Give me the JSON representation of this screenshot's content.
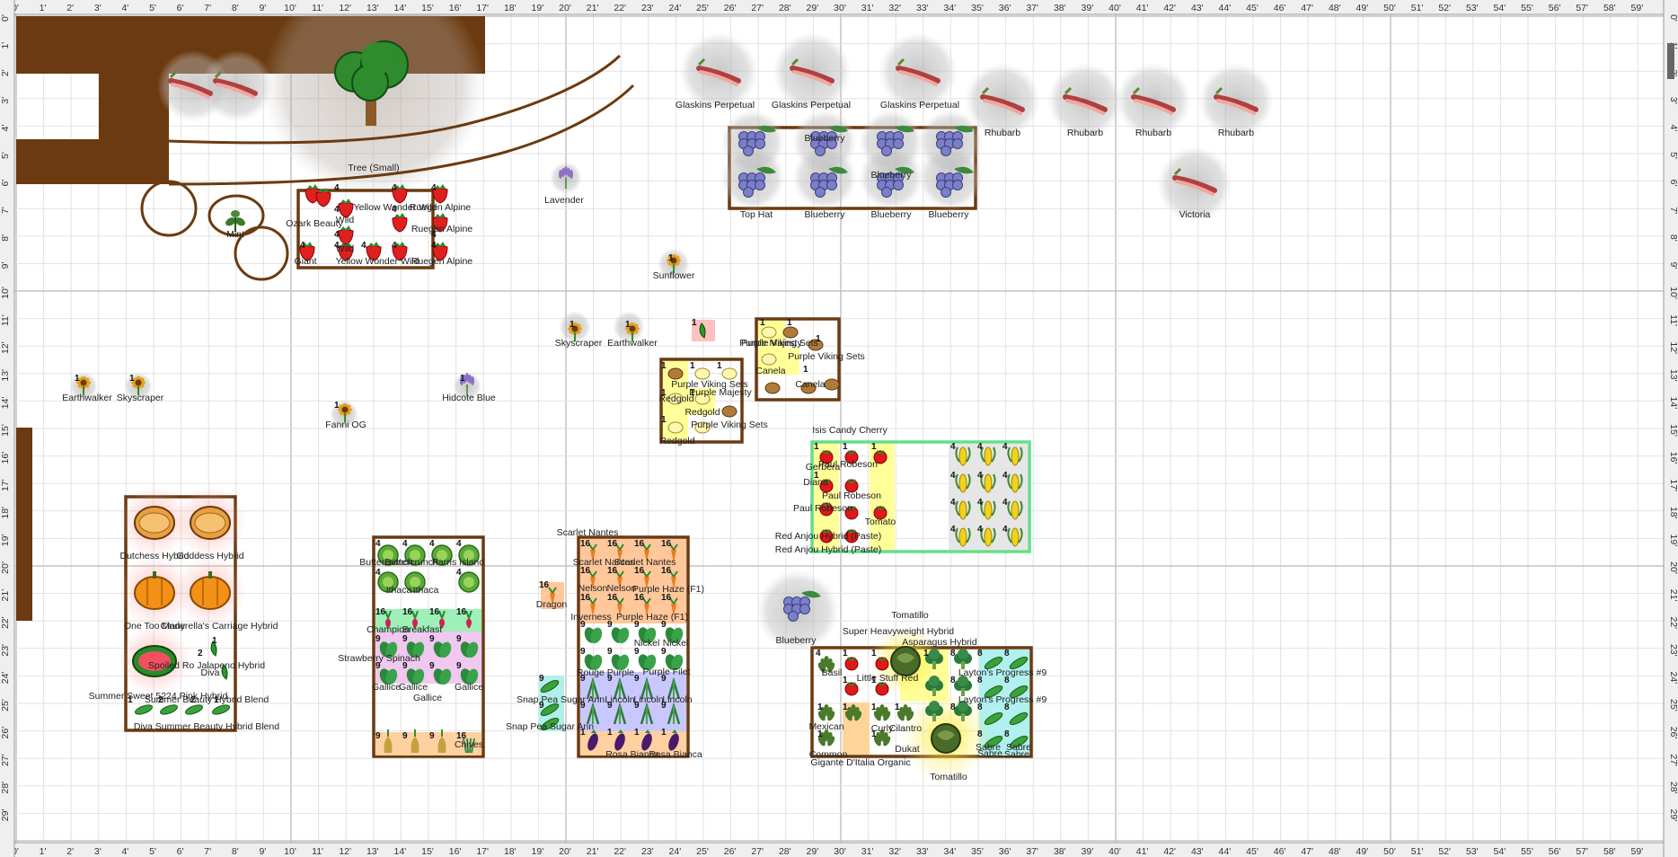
{
  "ruler": {
    "top": [
      "0'",
      "1'",
      "2'",
      "3'",
      "4'",
      "5'",
      "6'",
      "7'",
      "8'",
      "9'",
      "10'",
      "11'",
      "12'",
      "13'",
      "14'",
      "15'",
      "16'",
      "17'",
      "18'",
      "19'",
      "20'",
      "21'",
      "22'",
      "23'",
      "24'",
      "25'",
      "26'",
      "27'",
      "28'",
      "29'",
      "30'",
      "31'",
      "32'",
      "33'",
      "34'",
      "35'",
      "36'",
      "37'",
      "38'",
      "39'",
      "40'",
      "41'",
      "42'",
      "43'",
      "44'",
      "45'",
      "46'",
      "47'",
      "48'",
      "49'",
      "50'",
      "51'",
      "52'",
      "53'",
      "54'",
      "55'",
      "56'",
      "57'",
      "58'",
      "59'"
    ],
    "left": [
      "0'",
      "1'",
      "2'",
      "3'",
      "4'",
      "5'",
      "6'",
      "7'",
      "8'",
      "9'",
      "10'",
      "11'",
      "12'",
      "13'",
      "14'",
      "15'",
      "16'",
      "17'",
      "18'",
      "19'",
      "20'",
      "21'",
      "22'",
      "23'",
      "24'",
      "25'",
      "26'",
      "27'",
      "28'",
      "29'"
    ]
  },
  "colors": {
    "wood": "#6b3a10",
    "grid_minor": "#e2e2e2",
    "grid_major": "#c4c4c4",
    "tree_green": "#2e8b2e",
    "rhubarb": "#e08a80"
  },
  "labels": [
    "Tree (Small)",
    "Lavender",
    "Sunflower",
    "Glaskins Perpetual",
    "Glaskins Perpetual",
    "Glaskins Perpetual",
    "Rhubarb",
    "Rhubarb",
    "Rhubarb",
    "Rhubarb",
    "Victoria",
    "Top Hat",
    "Blueberry",
    "Blueberry",
    "Blueberry",
    "Blueberry",
    "Blueberry",
    "Mint",
    "Ozark Beauty",
    "Wild",
    "Yellow Wonder Wild",
    "Ruegen Alpine",
    "Ruegen Alpine",
    "Wild",
    "Giant",
    "Yellow Wonder Wild",
    "Ruegen Alpine",
    "Skyscraper",
    "Earthwalker",
    "Earthwalker",
    "Skyscraper",
    "Hidcote Blue",
    "Fanni OG",
    "Purple Viking Sets",
    "Purple Majesty",
    "Canela",
    "Canela",
    "Purple Viking Sets",
    "Purple Viking Sets",
    "Purple Majesty",
    "Redgold",
    "Redgold",
    "Redgold",
    "Purple Viking Sets",
    "Isis Candy Cherry",
    "Paul Robeson",
    "Gerbera",
    "Diana",
    "Paul Robeson",
    "Paul Robeson",
    "Tomato",
    "Red Anjou Hybrid (Paste)",
    "Red Anjou Hybrid (Paste)",
    "Dutchess Hybrid",
    "Goddess Hybrid",
    "One Too Many",
    "Cinderella's Carriage Hybrid",
    "Spoiled Ro Jalapeno Hybrid",
    "Diva",
    "Summer Sweet 5224 Pink Hybrid",
    "Summer Beauty Hybrid Blend",
    "Diva Summer Beauty Hybrid Blend",
    "Buttercrunch",
    "Buttercrunch",
    "Parris Island",
    "Ithaca",
    "Ithaca",
    "Champion",
    "Breakfast",
    "Strawberry Spinach",
    "Gallice",
    "Gallice",
    "Gallice",
    "Gallice",
    "Chives",
    "Scarlet Nantes",
    "Scarlet Nantes",
    "Scarlet Nantes",
    "Dragon",
    "Nelson",
    "Nelson",
    "Purple Haze (F1)",
    "Inverness",
    "Purple Haze (F1)",
    "Nickel",
    "Nickel",
    "Rouge Purple",
    "Purple Filet",
    "Lincoln",
    "Lincoln",
    "Lincoln",
    "Snap Pea Sugar Ann",
    "Snap Pea Sugar Ann",
    "Rosa Bianca",
    "Rosa Bianca",
    "Blueberry",
    "Tomatillo",
    "Super Heavyweight Hybrid",
    "Asparagus Hybrid",
    "Basil",
    "Little Stuff Red",
    "Layton's Progress #9",
    "Layton's Progress #9",
    "Mexican",
    "Curly",
    "Cilantro",
    "Sabre",
    "Sabre",
    "Common",
    "Dukat",
    "Sabre",
    "Sabre",
    "Gigante D'Italia Organic",
    "Tomatillo"
  ],
  "counts": [
    "1",
    "2",
    "4",
    "8",
    "9",
    "16"
  ]
}
